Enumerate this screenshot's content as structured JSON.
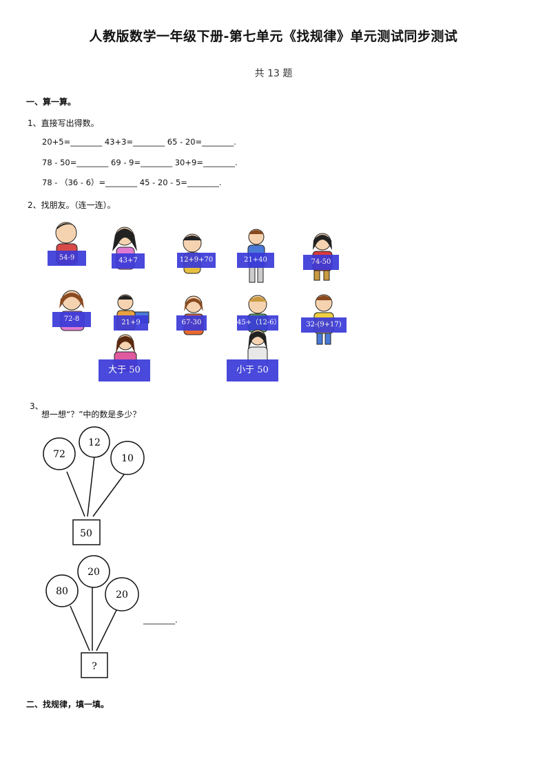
{
  "title": "人教版数学一年级下册-第七单元《找规律》单元测试同步测试",
  "subtitle": "共 13 题",
  "section1": {
    "heading": "一、算一算。"
  },
  "q1": {
    "prompt": "1、直接写出得数。",
    "rows": [
      [
        "20+5=________",
        "43+3=________",
        "65 - 20=________."
      ],
      [
        "78 - 50=________",
        "69 - 9=________",
        "30+9=________."
      ],
      [
        "78 - （36 - 6）=________",
        "45 - 20 - 5=________."
      ]
    ]
  },
  "q2": {
    "prompt": "2、找朋友。（连一连）。",
    "row1": [
      "54-9",
      "43+7",
      "12+9+70",
      "21+40",
      "74-50"
    ],
    "row2": [
      "72-8",
      "21+9",
      "67-30",
      "45+（12-6）",
      "32-(9+17)"
    ],
    "targets": [
      "大于 50",
      "小于 50"
    ]
  },
  "q3": {
    "number": "3、",
    "prompt": "想一想“？”中的数是多少？",
    "tree1": {
      "circles": [
        "72",
        "12",
        "10"
      ],
      "box": "50"
    },
    "tree2": {
      "circles": [
        "80",
        "20",
        "20"
      ],
      "box": "?",
      "answer": "________."
    }
  },
  "section2": {
    "heading": "二、找规律，填一填。"
  },
  "colors": {
    "label_bg": "#3a3ad8"
  }
}
